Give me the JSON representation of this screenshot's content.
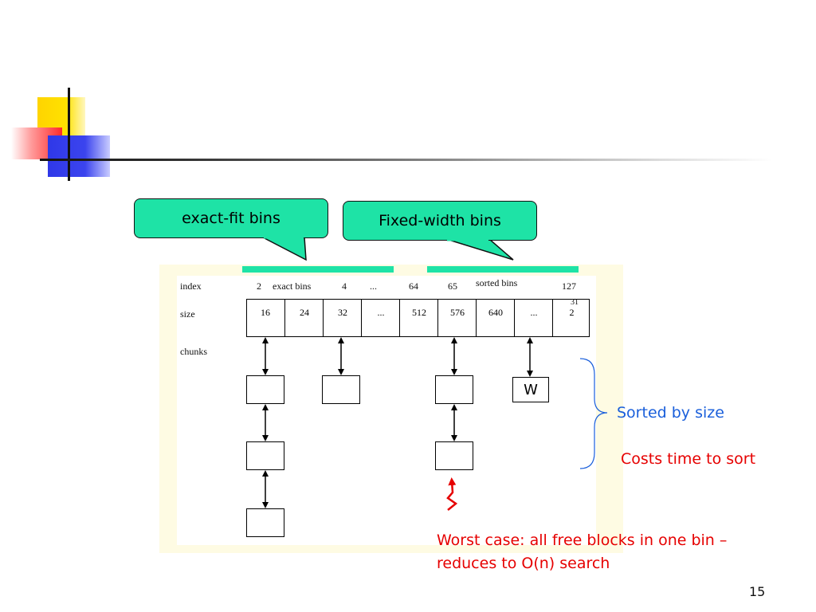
{
  "callouts": {
    "exact_fit": "exact-fit bins",
    "fixed_width": "Fixed-width bins"
  },
  "table": {
    "index_label": "index",
    "size_label": "size",
    "chunks_label": "chunks",
    "index_values": {
      "i2": "2",
      "exact_bins": "exact bins",
      "i4": "4",
      "ellipsis1": "...",
      "i64": "64",
      "i65": "65",
      "sorted_bins": "sorted bins",
      "i127": "127"
    },
    "size_cells": [
      "16",
      "24",
      "32",
      "...",
      "512",
      "576",
      "640",
      "...",
      "2"
    ],
    "size_superscript": "31",
    "chunk_letter": "W"
  },
  "notes": {
    "sorted_by_size": "Sorted by size",
    "costs_time": "Costs time to sort",
    "worst_case_line1": "Worst case: all free blocks in one bin –",
    "worst_case_line2": "reduces to O(n) search"
  },
  "colors": {
    "callout": "#1ee3a6",
    "blue_note": "#1a5fdb",
    "red_note": "#e60000",
    "panel": "#fefbe3"
  },
  "slide_number": "15"
}
